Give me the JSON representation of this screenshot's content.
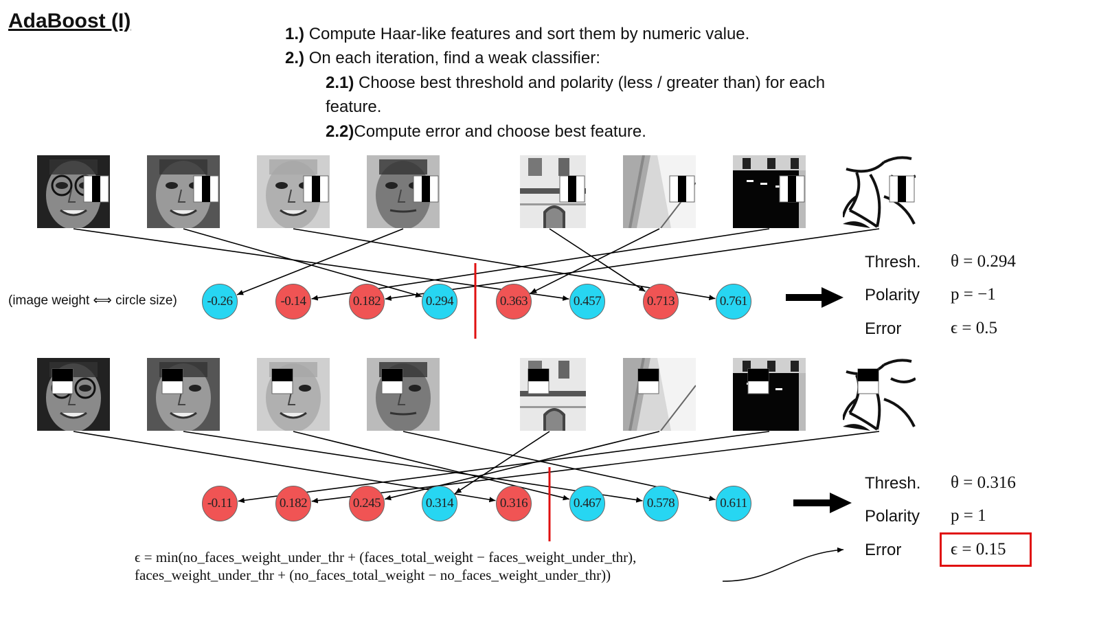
{
  "title": "AdaBoost (I)",
  "steps": {
    "s1_num": "1.)",
    "s1_text": "Compute Haar-like features and sort them by numeric value.",
    "s2_num": "2.)",
    "s2_text": "On each iteration, find a weak classifier:",
    "s21_num": "2.1)",
    "s21_text": "Choose best threshold and polarity (less / greater than) for each",
    "s21_text2": "feature.",
    "s22_num": "2.2)",
    "s22_text": "Compute error and choose best feature."
  },
  "weight_note": "(image weight ⟺ circle size)",
  "row1": {
    "feature_values": [
      {
        "label": "-0.26",
        "class": "face"
      },
      {
        "label": "-0.14",
        "class": "non-face"
      },
      {
        "label": "0.182",
        "class": "non-face"
      },
      {
        "label": "0.294",
        "class": "face"
      },
      {
        "label": "0.363",
        "class": "non-face"
      },
      {
        "label": "0.457",
        "class": "face"
      },
      {
        "label": "0.713",
        "class": "non-face"
      },
      {
        "label": "0.761",
        "class": "face"
      }
    ],
    "thresh_label": "Thresh.",
    "thresh_value": "θ = 0.294",
    "polarity_label": "Polarity",
    "polarity_value": "p = −1",
    "error_label": "Error",
    "error_value": "ϵ = 0.5"
  },
  "row2": {
    "feature_values": [
      {
        "label": "-0.11",
        "class": "non-face"
      },
      {
        "label": "0.182",
        "class": "non-face"
      },
      {
        "label": "0.245",
        "class": "non-face"
      },
      {
        "label": "0.314",
        "class": "face"
      },
      {
        "label": "0.316",
        "class": "non-face"
      },
      {
        "label": "0.467",
        "class": "face"
      },
      {
        "label": "0.578",
        "class": "face"
      },
      {
        "label": "0.611",
        "class": "face"
      }
    ],
    "thresh_label": "Thresh.",
    "thresh_value": "θ = 0.316",
    "polarity_label": "Polarity",
    "polarity_value": "p = 1",
    "error_label": "Error",
    "error_value": "ϵ = 0.15"
  },
  "formula": {
    "line1": "ϵ = min(no_faces_weight_under_thr + (faces_total_weight  −  faces_weight_under_thr),",
    "line2": "faces_weight_under_thr + (no_faces_total_weight  −  no_faces_weight_under_thr))"
  },
  "colors": {
    "face": "#27d6f2",
    "non_face": "#f05454",
    "threshold": "#e01010",
    "arrow": "#000000"
  },
  "images": [
    "face-1",
    "face-2",
    "face-3",
    "face-4",
    "building",
    "window",
    "dark-building",
    "tree-branches"
  ],
  "feature_types": {
    "row1": "vertical-three-rectangle",
    "row2": "horizontal-two-rectangle"
  }
}
